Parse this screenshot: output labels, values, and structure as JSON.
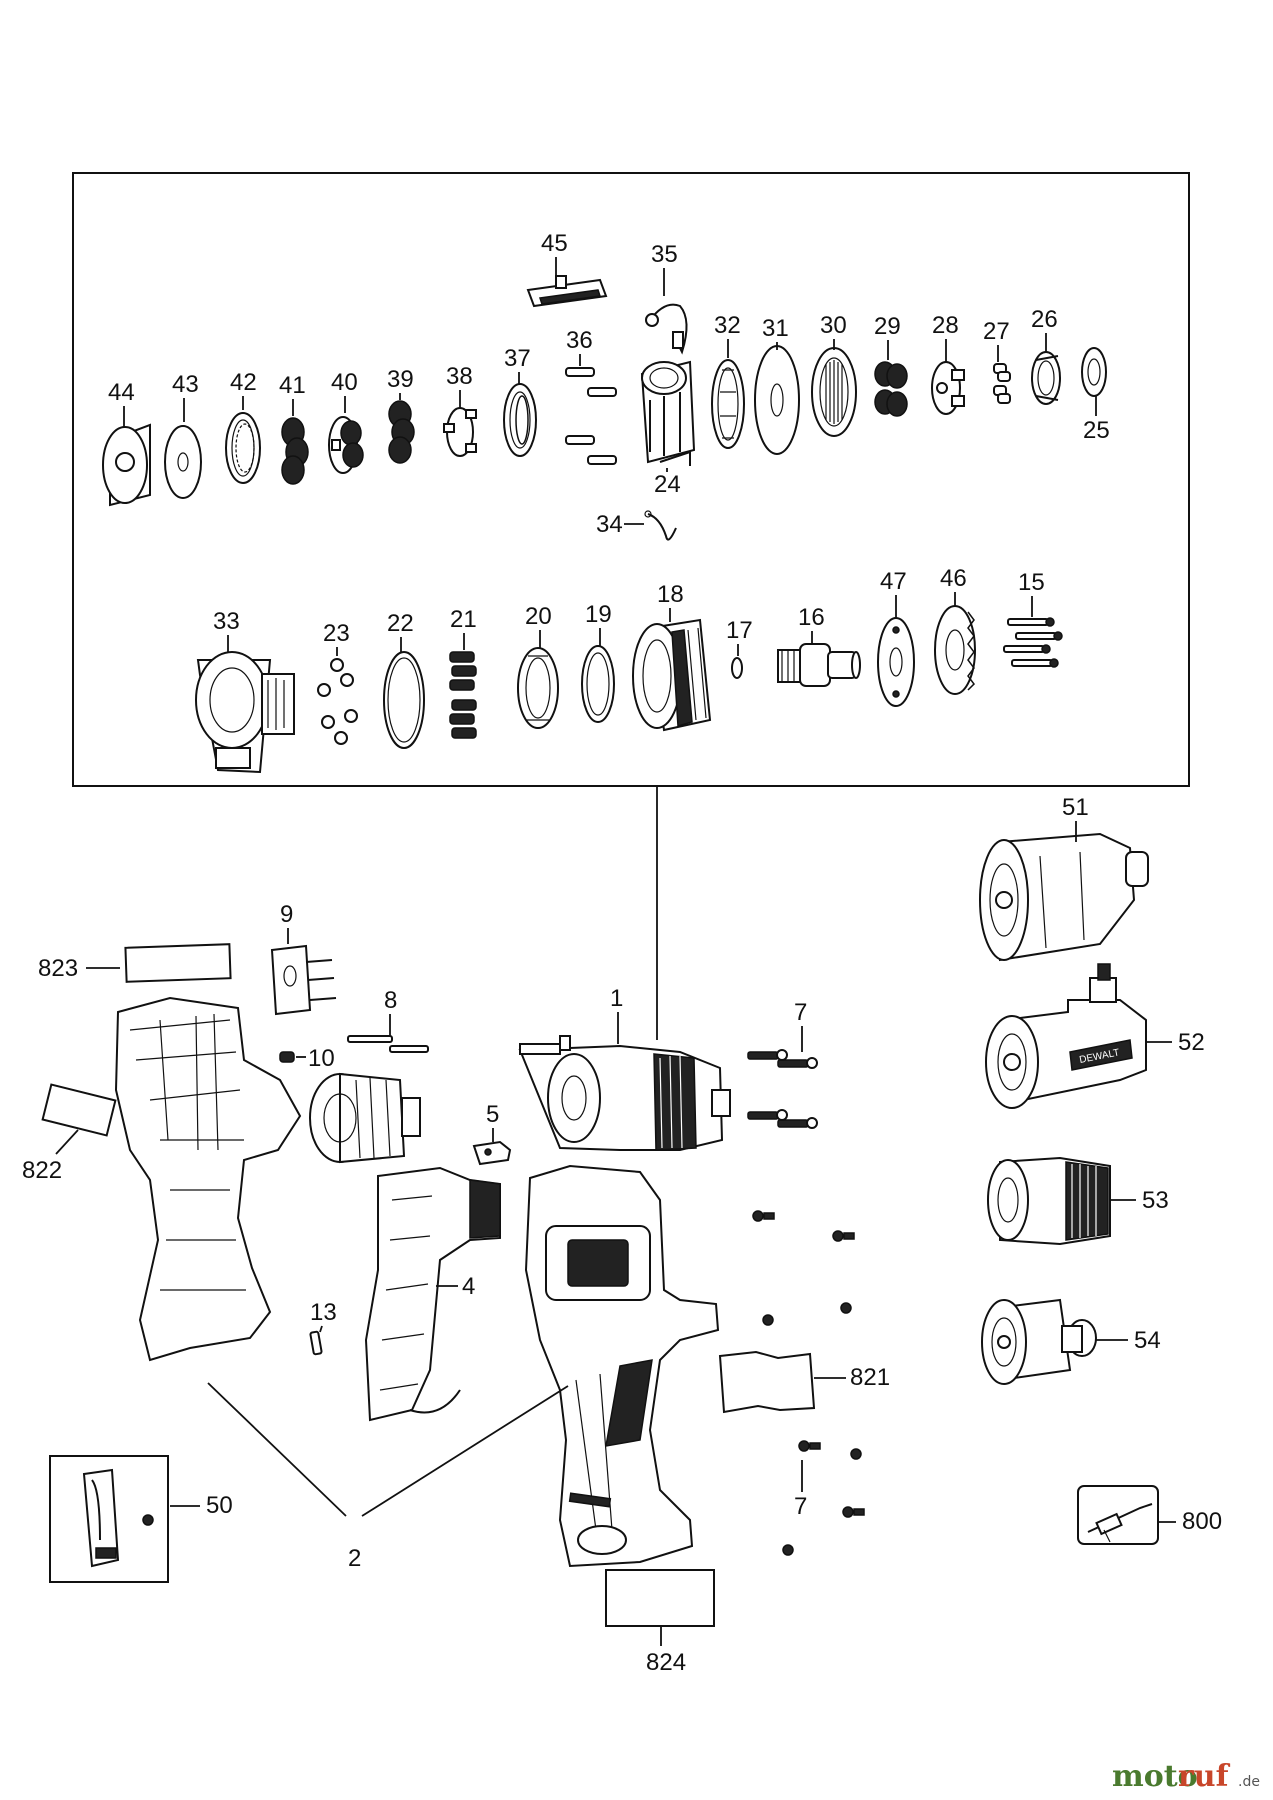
{
  "labels": {
    "p44": "44",
    "p43": "43",
    "p42": "42",
    "p41": "41",
    "p40": "40",
    "p39": "39",
    "p38": "38",
    "p37": "37",
    "p36": "36",
    "p45": "45",
    "p35": "35",
    "p24": "24",
    "p34": "34",
    "p32": "32",
    "p31": "31",
    "p30": "30",
    "p29": "29",
    "p28": "28",
    "p27": "27",
    "p26": "26",
    "p25": "25",
    "p33": "33",
    "p23": "23",
    "p22": "22",
    "p21": "21",
    "p20": "20",
    "p19": "19",
    "p18": "18",
    "p17": "17",
    "p16": "16",
    "p47": "47",
    "p46": "46",
    "p15": "15",
    "p51": "51",
    "p52": "52",
    "p53": "53",
    "p54": "54",
    "p9": "9",
    "p823": "823",
    "p8": "8",
    "p10": "10",
    "p822": "822",
    "p1": "1",
    "p7a": "7",
    "p5": "5",
    "p4": "4",
    "p13": "13",
    "p821": "821",
    "p7b": "7",
    "p50": "50",
    "p2": "2",
    "p800": "800",
    "p824": "824"
  },
  "brand_mark": "DEWALT",
  "watermark": {
    "part1": "moto",
    "part2": "ruf",
    "suffix": ".de"
  }
}
